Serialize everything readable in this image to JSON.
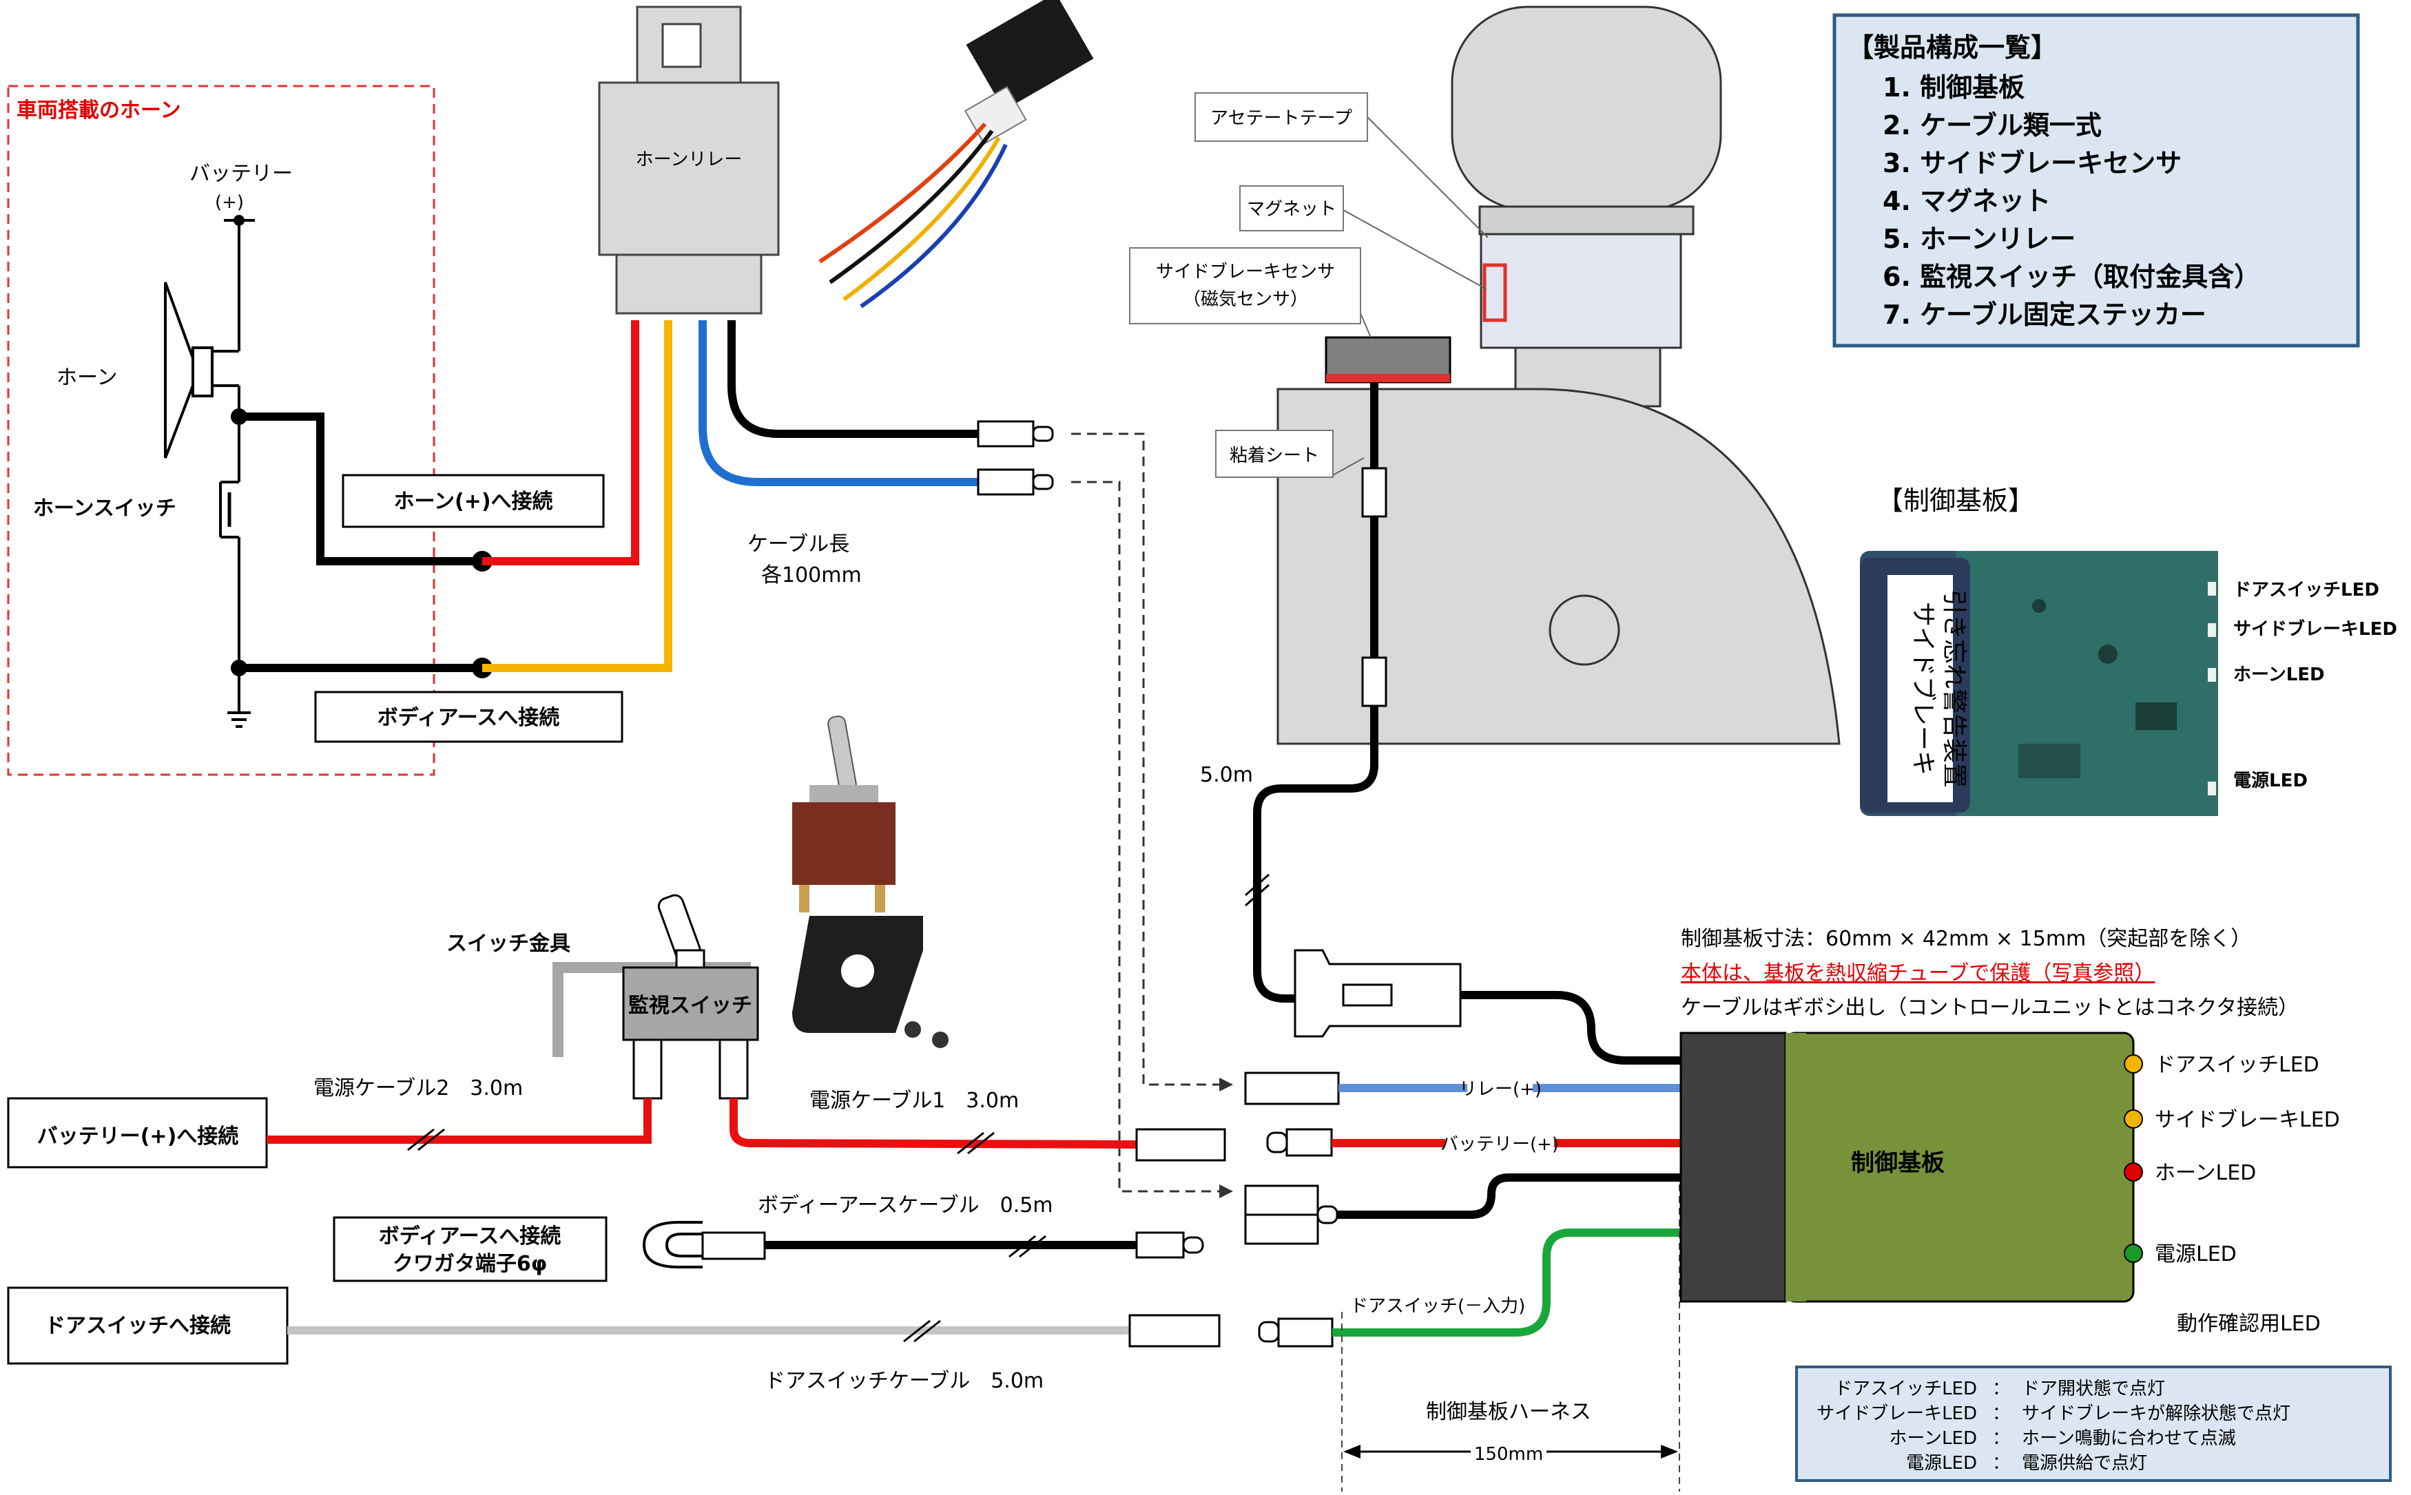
{
  "horn_section": {
    "title": "車両搭載のホーン",
    "battery_label": "バッテリー",
    "battery_plus": "(+)",
    "horn_label": "ホーン",
    "horn_switch_label": "ホーンスイッチ"
  },
  "relay": {
    "label": "ホーンリレー",
    "box_horn_plus": "ホーン(+)へ接続",
    "box_body_earth": "ボディアースへ接続",
    "cable_length_1": "ケーブル長",
    "cable_length_2": "各100mm"
  },
  "sensor": {
    "acetate_tape": "アセテートテープ",
    "magnet": "マグネット",
    "sensor_line1": "サイドブレーキセンサ",
    "sensor_line2": "（磁気センサ）",
    "adhesive_sheet": "粘着シート",
    "length": "5.0m"
  },
  "product_list": {
    "title": "【製品構成一覧】",
    "items": [
      "1. 制御基板",
      "2. ケーブル類一式",
      "3. サイドブレーキセンサ",
      "4. マグネット",
      "5. ホーンリレー",
      "6. 監視スイッチ（取付金具含）",
      "7. ケーブル固定ステッカー"
    ]
  },
  "board_photo": {
    "title": "【制御基板】",
    "tube_text_1": "サイドブレーキ",
    "tube_text_2": "引き忘れ警告装置",
    "led_labels": [
      "ドアスイッチLED",
      "サイドブレーキLED",
      "ホーンLED",
      "電源LED"
    ]
  },
  "switch": {
    "bracket_label": "スイッチ金具",
    "switch_label": "監視スイッチ"
  },
  "cables": {
    "battery_connect": "バッテリー(+)へ接続",
    "power_cable_2": "電源ケーブル2　3.0m",
    "power_cable_1": "電源ケーブル1　3.0m",
    "earth_connect_1": "ボディアースへ接続",
    "earth_connect_2": "クワガタ端子6φ",
    "earth_cable": "ボディーアースケーブル　0.5m",
    "door_connect": "ドアスイッチへ接続",
    "door_cable": "ドアスイッチケーブル　5.0m"
  },
  "board": {
    "dimension_note": "制御基板寸法：60mm × 42mm × 15mm（突起部を除く）",
    "protect_note": "本体は、基板を熱収縮チューブで保護（写真参照）",
    "cable_note": "ケーブルはギボシ出し（コントロールユニットとはコネクタ接続）",
    "label": "制御基板",
    "relay_plus": "リレー(+)",
    "battery_plus": "バッテリー(+)",
    "door_switch_input": "ドアスイッチ(－入力)",
    "leds": [
      {
        "label": "ドアスイッチLED",
        "color": "#f2b400"
      },
      {
        "label": "サイドブレーキLED",
        "color": "#f2b400"
      },
      {
        "label": "ホーンLED",
        "color": "#e00000"
      },
      {
        "label": "電源LED",
        "color": "#1a9a2a"
      }
    ],
    "led_caption": "動作確認用LED",
    "harness_label": "制御基板ハーネス",
    "harness_length": "150mm"
  },
  "legend": {
    "rows": [
      {
        "name": "ドアスイッチLED",
        "desc": "ドア開状態で点灯"
      },
      {
        "name": "サイドブレーキLED",
        "desc": "サイドブレーキが解除状態で点灯"
      },
      {
        "name": "ホーンLED",
        "desc": "ホーン鳴動に合わせて点滅"
      },
      {
        "name": "電源LED",
        "desc": "電源供給で点灯"
      }
    ],
    "separator": "："
  },
  "colors": {
    "red_wire": "#e81010",
    "yellow_wire": "#f5b400",
    "blue_wire": "#1e6fd0",
    "blue_light_wire": "#5f8fd6",
    "green_wire": "#18a83a",
    "gray_wire": "#c4c4c4",
    "board_green": "#78923a",
    "board_dark": "#3f3f3f",
    "list_bg": "#dce6f2",
    "list_border": "#2f5b85"
  }
}
